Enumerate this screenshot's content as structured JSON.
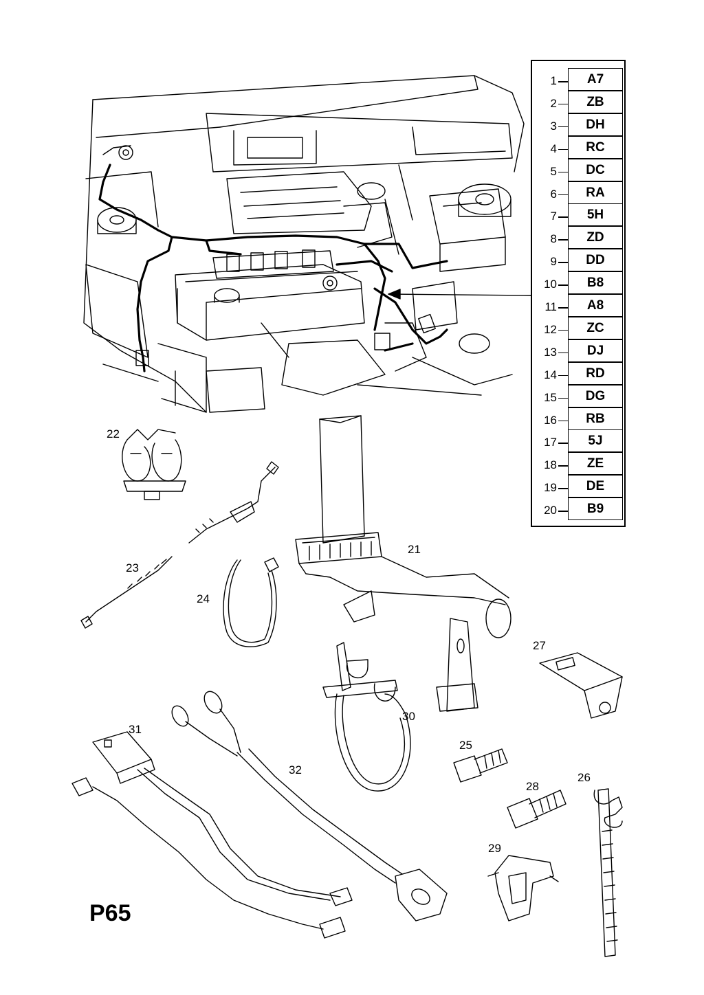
{
  "page_code": "P65",
  "legend": [
    {
      "num": "1",
      "code": "A7"
    },
    {
      "num": "2",
      "code": "ZB"
    },
    {
      "num": "3",
      "code": "DH"
    },
    {
      "num": "4",
      "code": "RC"
    },
    {
      "num": "5",
      "code": "DC"
    },
    {
      "num": "6",
      "code": "RA"
    },
    {
      "num": "7",
      "code": "5H"
    },
    {
      "num": "8",
      "code": "ZD"
    },
    {
      "num": "9",
      "code": "DD"
    },
    {
      "num": "10",
      "code": "B8"
    },
    {
      "num": "11",
      "code": "A8"
    },
    {
      "num": "12",
      "code": "ZC"
    },
    {
      "num": "13",
      "code": "DJ"
    },
    {
      "num": "14",
      "code": "RD"
    },
    {
      "num": "15",
      "code": "DG"
    },
    {
      "num": "16",
      "code": "RB"
    },
    {
      "num": "17",
      "code": "5J"
    },
    {
      "num": "18",
      "code": "ZE"
    },
    {
      "num": "19",
      "code": "DE"
    },
    {
      "num": "20",
      "code": "B9"
    }
  ],
  "callouts": {
    "c21": "21",
    "c22": "22",
    "c23": "23",
    "c24": "24",
    "c25": "25",
    "c26": "26",
    "c27": "27",
    "c28": "28",
    "c29": "29",
    "c30": "30",
    "c31": "31",
    "c32": "32"
  }
}
